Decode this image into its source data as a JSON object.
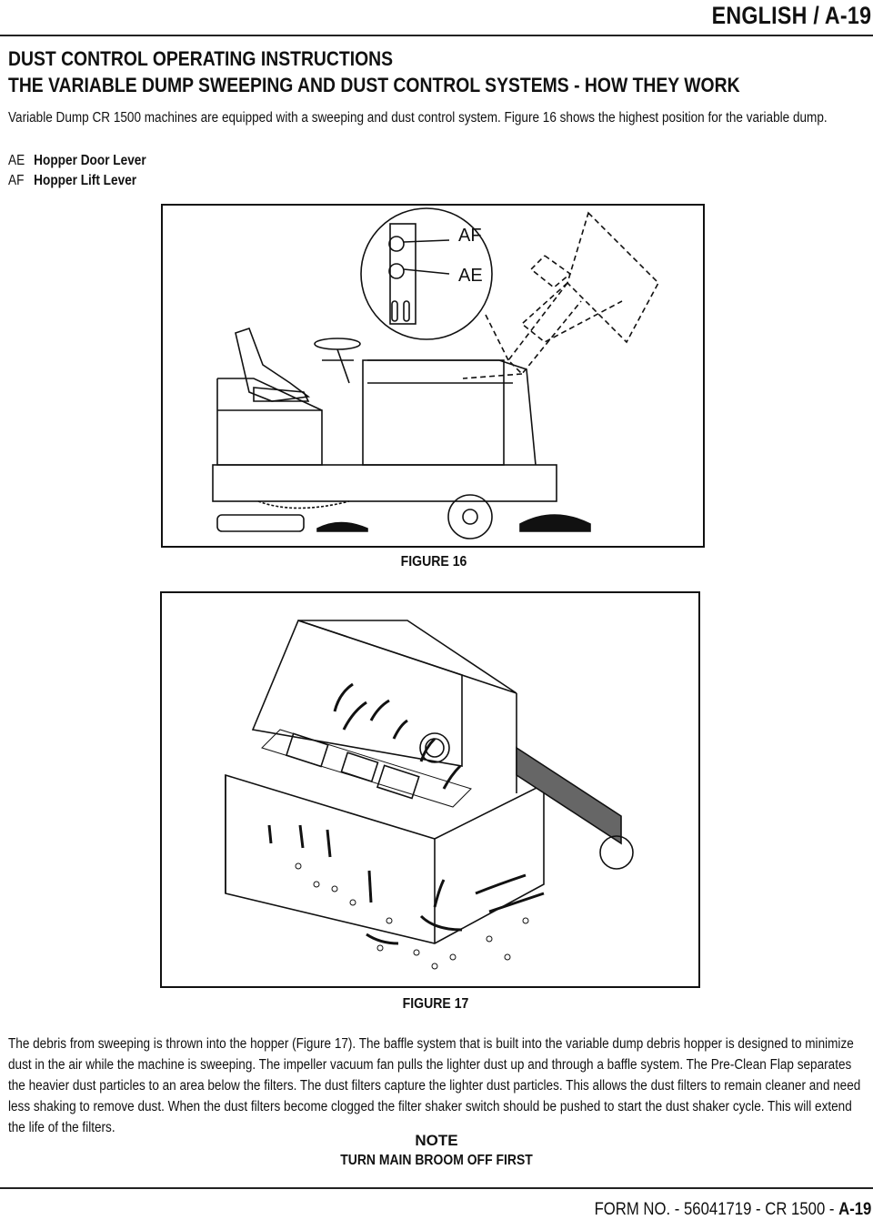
{
  "header": {
    "title": "ENGLISH / A-19"
  },
  "headings": {
    "line1": "DUST CONTROL OPERATING INSTRUCTIONS",
    "line2": "THE VARIABLE DUMP SWEEPING AND DUST CONTROL SYSTEMS - HOW THEY WORK"
  },
  "intro": "Variable Dump CR 1500 machines are equipped with a sweeping and dust control system.  Figure 16 shows the highest position for the variable dump.",
  "legend": [
    {
      "code": "AE",
      "text": "Hopper Door Lever"
    },
    {
      "code": "AF",
      "text": "Hopper Lift Lever"
    }
  ],
  "figure16": {
    "caption": "FIGURE 16",
    "callout_af": "AF",
    "callout_ae": "AE"
  },
  "figure17": {
    "caption": "FIGURE 17"
  },
  "body": "The debris from sweeping is thrown into the hopper (Figure 17).  The baffle system that is built into the variable dump debris hopper is designed to minimize dust in the air while the machine is sweeping.  The impeller vacuum fan pulls the lighter dust up and through a baffle system.  The Pre-Clean Flap separates the heavier dust particles to an area below the filters.  The dust filters capture the lighter dust particles.  This allows the dust filters to remain cleaner and need less shaking to remove dust.  When the dust filters become clogged the filter shaker switch should be pushed to start the dust shaker cycle.  This will extend the life of the filters.",
  "note": {
    "heading": "NOTE",
    "text": "TURN MAIN BROOM OFF FIRST"
  },
  "footer": {
    "form": "FORM NO. - 56041719 - CR 1500 - ",
    "page": "A-19"
  }
}
